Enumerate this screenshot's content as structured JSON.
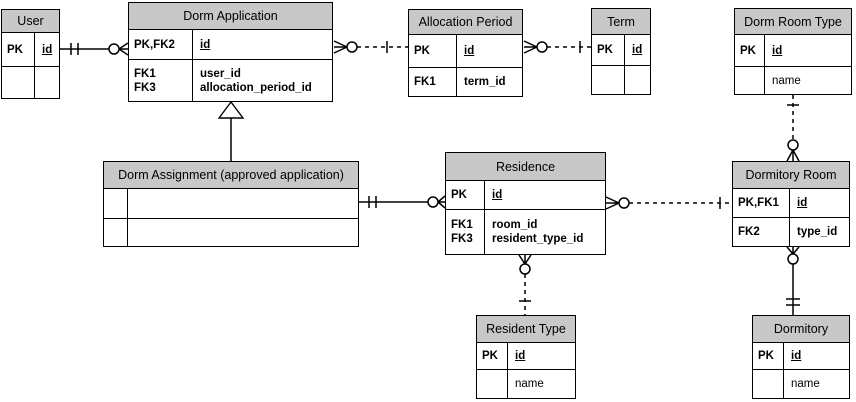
{
  "diagram": {
    "type": "entity-relationship-diagram",
    "notation": "crow's-foot",
    "colors": {
      "header_fill": "#c8c8c8",
      "border": "#000000",
      "background": "#ffffff"
    },
    "entities": [
      {
        "name": "User",
        "rows": [
          {
            "keys": [
              "PK"
            ],
            "attrs": [
              {
                "text": "id",
                "pk": true
              }
            ]
          },
          {
            "keys": [],
            "attrs": []
          }
        ]
      },
      {
        "name": "Dorm Application",
        "rows": [
          {
            "keys": [
              "PK,FK2"
            ],
            "attrs": [
              {
                "text": "id",
                "pk": true
              }
            ]
          },
          {
            "keys": [
              "FK1",
              "FK3"
            ],
            "attrs": [
              {
                "text": "user_id"
              },
              {
                "text": "allocation_period_id"
              }
            ]
          }
        ]
      },
      {
        "name": "Allocation Period",
        "rows": [
          {
            "keys": [
              "PK"
            ],
            "attrs": [
              {
                "text": "id",
                "pk": true
              }
            ]
          },
          {
            "keys": [
              "FK1"
            ],
            "attrs": [
              {
                "text": "term_id"
              }
            ]
          }
        ]
      },
      {
        "name": "Term",
        "rows": [
          {
            "keys": [
              "PK"
            ],
            "attrs": [
              {
                "text": "id",
                "pk": true
              }
            ]
          },
          {
            "keys": [],
            "attrs": []
          }
        ]
      },
      {
        "name": "Dorm Room Type",
        "rows": [
          {
            "keys": [
              "PK"
            ],
            "attrs": [
              {
                "text": "id",
                "pk": true
              }
            ]
          },
          {
            "keys": [],
            "attrs": [
              {
                "text": "name",
                "plain": true
              }
            ]
          }
        ]
      },
      {
        "name": "Dorm Assignment (approved application)",
        "rows": [
          {
            "keys": [],
            "attrs": []
          },
          {
            "keys": [],
            "attrs": []
          }
        ]
      },
      {
        "name": "Residence",
        "rows": [
          {
            "keys": [
              "PK"
            ],
            "attrs": [
              {
                "text": "id",
                "pk": true
              }
            ]
          },
          {
            "keys": [
              "FK1",
              "FK3"
            ],
            "attrs": [
              {
                "text": "room_id"
              },
              {
                "text": "resident_type_id"
              }
            ]
          }
        ]
      },
      {
        "name": "Dormitory Room",
        "rows": [
          {
            "keys": [
              "PK,FK1"
            ],
            "attrs": [
              {
                "text": "id",
                "pk": true
              }
            ]
          },
          {
            "keys": [
              "FK2"
            ],
            "attrs": [
              {
                "text": "type_id"
              }
            ]
          }
        ]
      },
      {
        "name": "Resident Type",
        "rows": [
          {
            "keys": [
              "PK"
            ],
            "attrs": [
              {
                "text": "id",
                "pk": true
              }
            ]
          },
          {
            "keys": [],
            "attrs": [
              {
                "text": "name",
                "plain": true
              }
            ]
          }
        ]
      },
      {
        "name": "Dormitory",
        "rows": [
          {
            "keys": [
              "PK"
            ],
            "attrs": [
              {
                "text": "id",
                "pk": true
              }
            ]
          },
          {
            "keys": [],
            "attrs": [
              {
                "text": "name",
                "plain": true
              }
            ]
          }
        ]
      }
    ],
    "relationships": [
      {
        "from": "User",
        "to": "Dorm Application",
        "from_cardinality": "exactly-one",
        "to_cardinality": "zero-or-many",
        "line_style": "solid"
      },
      {
        "from": "Dorm Application",
        "to": "Allocation Period",
        "from_cardinality": "zero-or-many",
        "to_cardinality": "one",
        "line_style": "dashed"
      },
      {
        "from": "Allocation Period",
        "to": "Term",
        "from_cardinality": "zero-or-many",
        "to_cardinality": "one",
        "line_style": "dashed"
      },
      {
        "type": "subtype",
        "from": "Dorm Assignment (approved application)",
        "to": "Dorm Application",
        "symbol": "hollow-triangle"
      },
      {
        "from": "Dorm Assignment (approved application)",
        "to": "Residence",
        "from_cardinality": "exactly-one",
        "to_cardinality": "zero-or-many",
        "line_style": "solid"
      },
      {
        "from": "Residence",
        "to": "Dormitory Room",
        "from_cardinality": "zero-or-many",
        "to_cardinality": "one",
        "line_style": "dashed"
      },
      {
        "from": "Dorm Room Type",
        "to": "Dormitory Room",
        "from_cardinality": "one",
        "to_cardinality": "zero-or-many",
        "line_style": "dashed"
      },
      {
        "from": "Residence",
        "to": "Resident Type",
        "from_cardinality": "zero-or-many",
        "to_cardinality": "one",
        "line_style": "dashed"
      },
      {
        "from": "Dormitory Room",
        "to": "Dormitory",
        "from_cardinality": "zero-or-many",
        "to_cardinality": "exactly-one",
        "line_style": "solid"
      }
    ]
  }
}
